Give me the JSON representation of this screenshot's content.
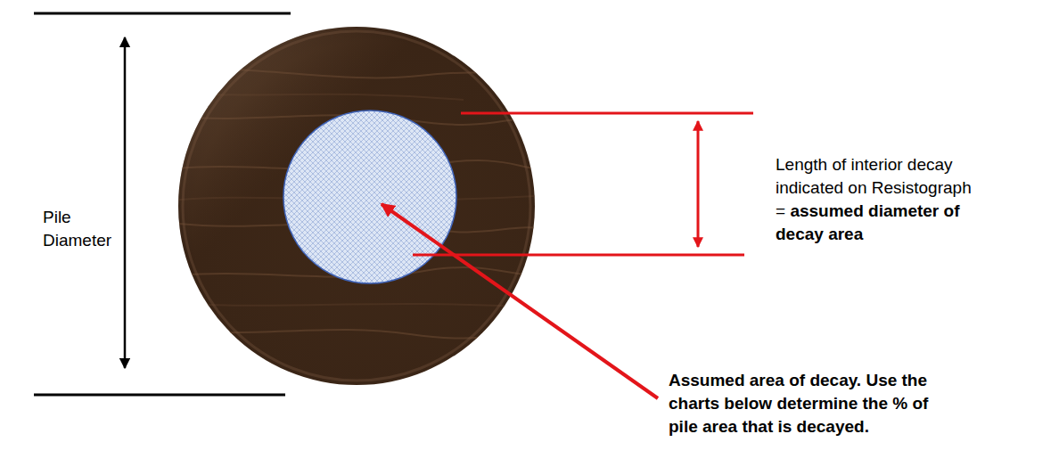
{
  "diagram": {
    "labels": [
      "Pile Diameter",
      "Length of interior decay indicated on Resistograph =",
      "assumed diameter of decay area",
      "Assumed area of decay. Use the charts below determine the % of pile area that is decayed."
    ]
  }
}
